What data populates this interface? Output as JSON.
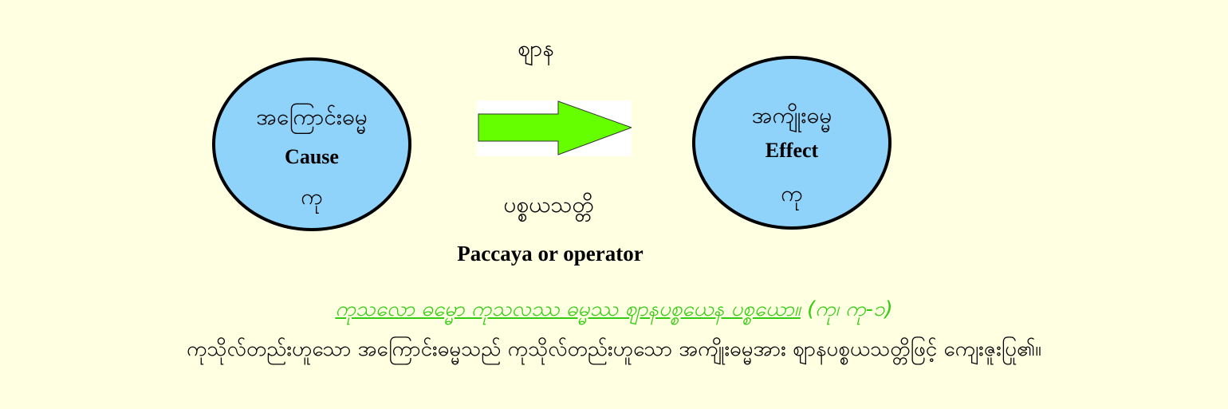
{
  "cause": {
    "burmese": "အကြောင်းဓမ္မ",
    "english": "Cause",
    "abbrev": "ကု"
  },
  "effect": {
    "burmese": "အကျိုးဓမ္မ",
    "english": "Effect",
    "abbrev": "ကု"
  },
  "arrow": {
    "top_label": "ဈာန",
    "bottom_label": "ပစ္စယသတ္တိ",
    "english_label": "Paccaya or operator",
    "color": "#66FF00"
  },
  "pali_text": "ကုသလော ဓမ္မော ကုသလဿ ဓမ္မဿ ဈာနပစ္စယေန ပစ္စယော။",
  "pali_reference": "(ကု၊ ကု-၁)",
  "translation": "ကုသိုလ်တည်းဟူသော အကြောင်းဓမ္မသည် ကုသိုလ်တည်းဟူသော အကျိုးဓမ္မအား ဈာနပစ္စယသတ္တိဖြင့် ကျေးဇူးပြု၏။"
}
